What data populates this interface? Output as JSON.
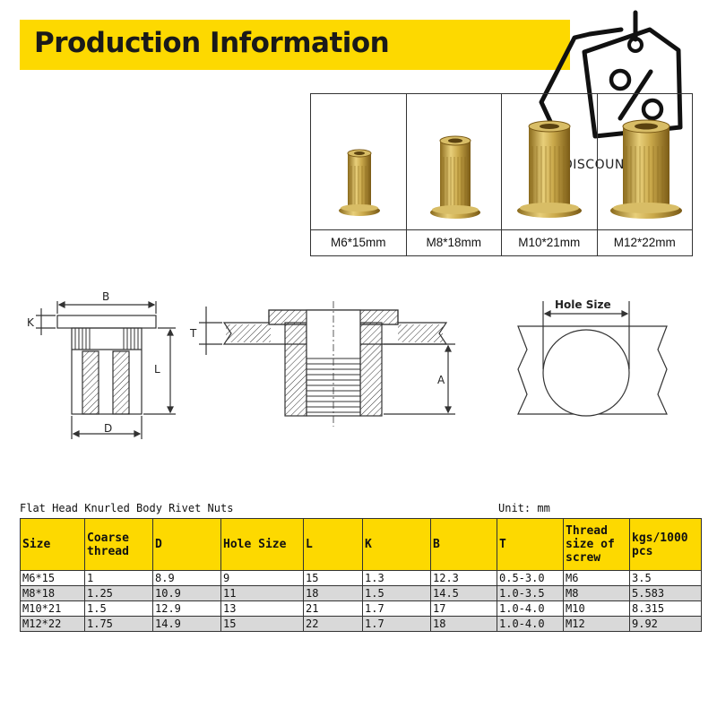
{
  "banner": {
    "title": "Production Information"
  },
  "discount": {
    "label": "DISCOUNT",
    "icon": "discount-tag-icon"
  },
  "photos": [
    {
      "caption": "M6*15mm"
    },
    {
      "caption": "M8*18mm"
    },
    {
      "caption": "M10*21mm"
    },
    {
      "caption": "M12*22mm"
    }
  ],
  "diagram": {
    "labels": {
      "b": "B",
      "k": "K",
      "l": "L",
      "d": "D",
      "t": "T",
      "a": "A",
      "hole_size": "Hole Size"
    }
  },
  "table": {
    "title": "Flat Head Knurled Body Rivet Nuts",
    "unit": "Unit: mm",
    "headers": [
      "Size",
      "Coarse thread",
      "D",
      "Hole Size",
      "L",
      "K",
      "B",
      "T",
      "Thread size of screw",
      "kgs/1000 pcs"
    ],
    "rows": [
      [
        "M6*15",
        "1",
        "8.9",
        "9",
        "15",
        "1.3",
        "12.3",
        "0.5-3.0",
        "M6",
        "3.5"
      ],
      [
        "M8*18",
        "1.25",
        "10.9",
        "11",
        "18",
        "1.5",
        "14.5",
        "1.0-3.5",
        "M8",
        "5.583"
      ],
      [
        "M10*21",
        "1.5",
        "12.9",
        "13",
        "21",
        "1.7",
        "17",
        "1.0-4.0",
        "M10",
        "8.315"
      ],
      [
        "M12*22",
        "1.75",
        "14.9",
        "15",
        "22",
        "1.7",
        "18",
        "1.0-4.0",
        "M12",
        "9.92"
      ]
    ]
  },
  "colors": {
    "accent": "#fdd900",
    "brass": "#c9a84a",
    "row_alt": "#d9d9d9"
  }
}
